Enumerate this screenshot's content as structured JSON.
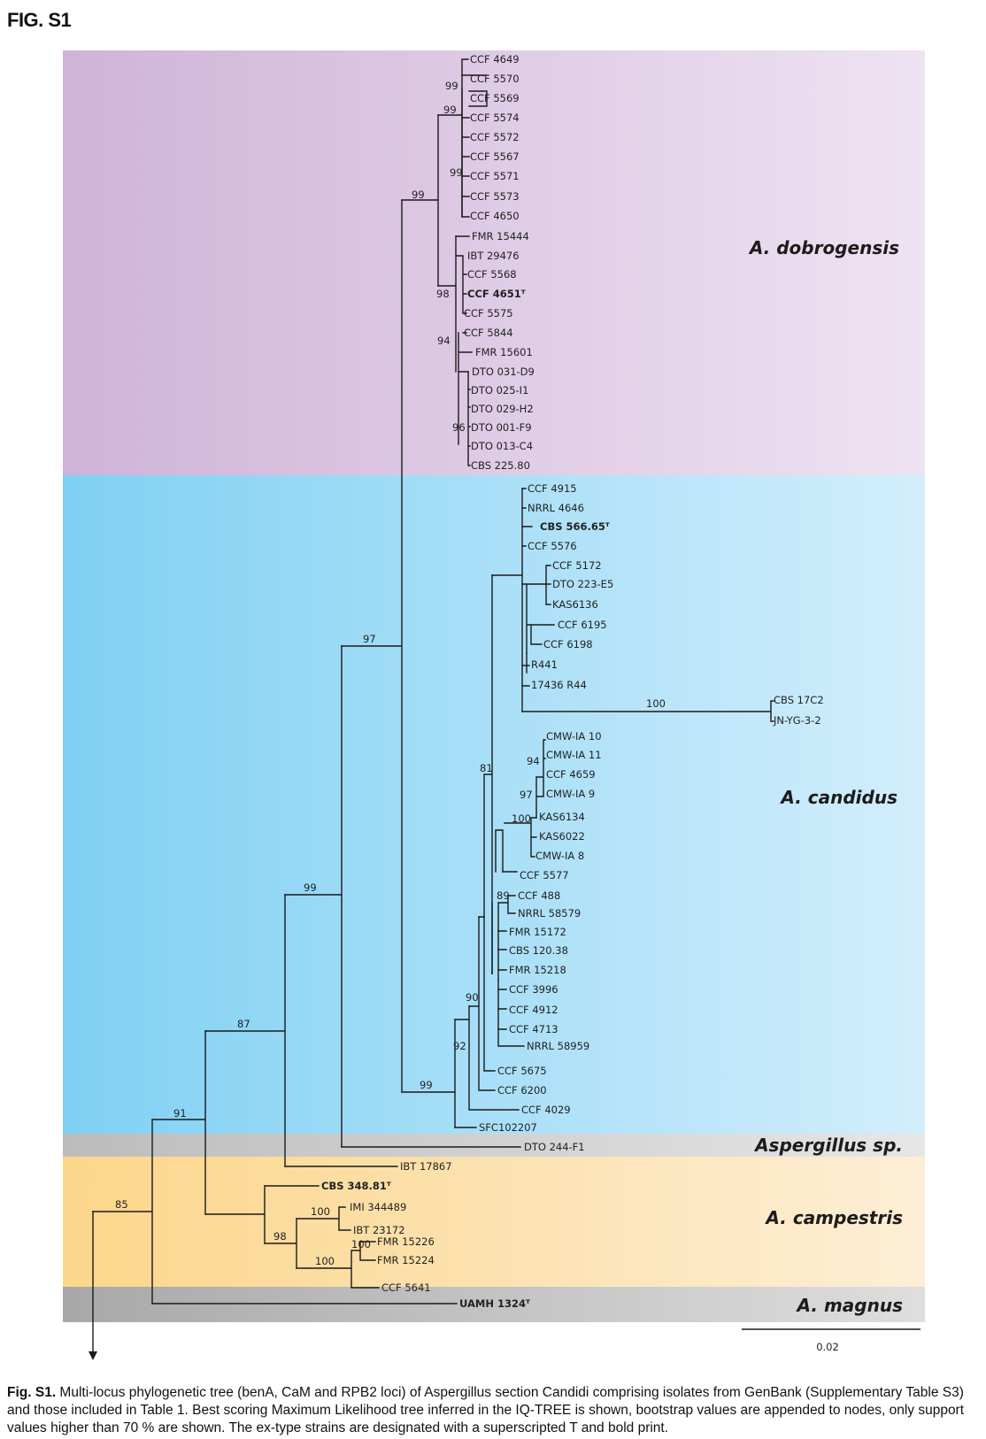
{
  "figure_label": "FIG. S1",
  "clades": [
    {
      "name": "A. dobrogensis"
    },
    {
      "name": "A. candidus"
    },
    {
      "name": "Aspergillus sp."
    },
    {
      "name": "A. campestris"
    },
    {
      "name": "A. magnus"
    }
  ],
  "tips": [
    "CCF 4649",
    "CCF 5570",
    "CCF 5569",
    "CCF 5574",
    "CCF 5572",
    "CCF 5567",
    "CCF 5571",
    "CCF 5573",
    "CCF 4650",
    "FMR 15444",
    "IBT 29476",
    "CCF 5568",
    "CCF 4651ᵀ",
    "CCF 5575",
    "CCF 5844",
    "FMR 15601",
    "DTO 031-D9",
    "DTO 025-I1",
    "DTO 029-H2",
    "DTO 001-F9",
    "DTO 013-C4",
    "CBS 225.80",
    "CCF 4915",
    "NRRL 4646",
    "CBS 566.65ᵀ",
    "CCF 5576",
    "CCF 5172",
    "DTO 223-E5",
    "KAS6136",
    "CCF 6195",
    "CCF 6198",
    "R441",
    "17436 R44",
    "CBS 17C2",
    "JN-YG-3-2",
    "CMW-IA 10",
    "CMW-IA 11",
    "CCF 4659",
    "CMW-IA 9",
    "KAS6134",
    "KAS6022",
    "CMW-IA 8",
    "CCF 5577",
    "CCF 488",
    "NRRL 58579",
    "FMR 15172",
    "CBS 120.38",
    "FMR 15218",
    "CCF 3996",
    "CCF 4912",
    "CCF 4713",
    "NRRL 58959",
    "CCF 5675",
    "CCF 6200",
    "CCF 4029",
    "SFC102207",
    "DTO 244-F1",
    "IBT 17867",
    "CBS 348.81ᵀ",
    "IMI 344489",
    "IBT 23172",
    "FMR 15226",
    "FMR 15224",
    "CCF 5641",
    "UAMH 1324ᵀ"
  ],
  "bootstrap": [
    "99",
    "99",
    "99",
    "99",
    "98",
    "94",
    "96",
    "97",
    "100",
    "94",
    "97",
    "81",
    "100",
    "89",
    "90",
    "92",
    "99",
    "99",
    "87",
    "91",
    "85",
    "100",
    "98",
    "100",
    "100"
  ],
  "scale_bar": {
    "label": "0.02"
  },
  "caption": {
    "lead": "Fig. S1.",
    "text": " Multi-locus phylogenetic tree (benA, CaM and RPB2 loci) of Aspergillus section Candidi comprising isolates from GenBank (Supplementary Table S3) and those included in Table 1. Best scoring Maximum Likelihood tree inferred in the IQ-TREE is shown, bootstrap values are appended to nodes, only support values higher than 70 % are shown. The ex-type strains are designated with a superscripted T and bold print."
  },
  "colors": {
    "dobrogensis_left": "#cfb3d8",
    "dobrogensis_right": "#eee3f2",
    "candidus_left": "#7fd0f3",
    "candidus_right": "#d3eefc",
    "aspergillus_sp_left": "#bcbcbc",
    "aspergillus_sp_right": "#e6e6e6",
    "campestris_left": "#fcd68a",
    "campestris_right": "#fdeed6",
    "magnus_left": "#a8a8a8",
    "magnus_right": "#dedede"
  }
}
